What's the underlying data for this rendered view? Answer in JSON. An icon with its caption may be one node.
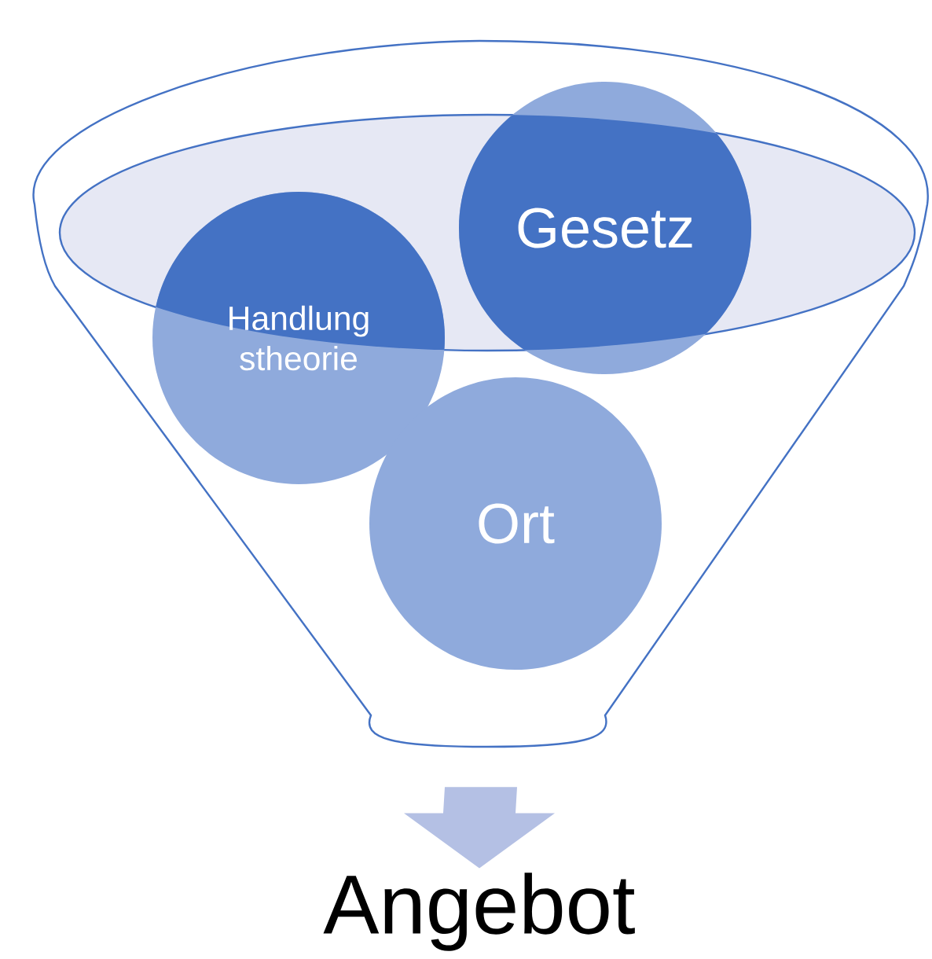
{
  "diagram": {
    "nodes": [
      {
        "text": [],
        "shape": "funnel"
      },
      {
        "text": [
          "Handlung stheorie"
        ],
        "in": 0
      },
      {
        "text": [
          "Gesetz"
        ],
        "in": 0
      },
      {
        "text": [
          "Ort"
        ],
        "in": 0
      },
      {
        "text": [
          "Angebot"
        ]
      }
    ],
    "edges": [
      {
        "from": 0,
        "to": 4,
        "arrow": "to"
      }
    ]
  }
}
